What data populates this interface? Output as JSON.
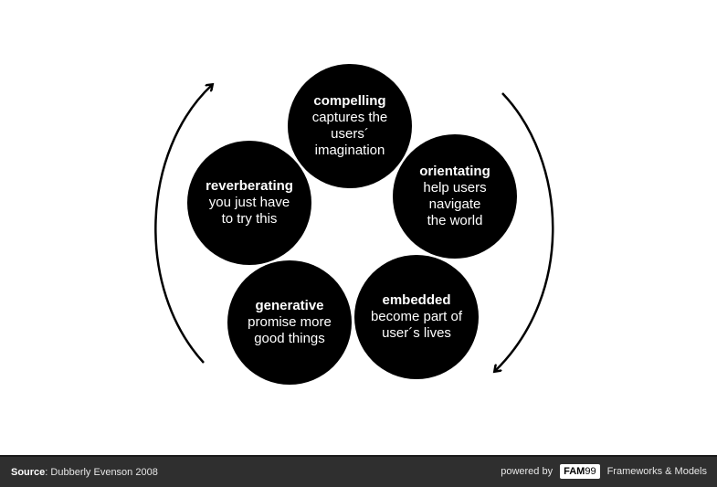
{
  "diagram": {
    "circles": {
      "compelling": {
        "title": "compelling",
        "lines": [
          "captures the",
          "users´",
          "imagination"
        ]
      },
      "orientating": {
        "title": "orientating",
        "lines": [
          "help users",
          "navigate",
          "the world"
        ]
      },
      "embedded": {
        "title": "embedded",
        "lines": [
          "become part of",
          "user´s lives"
        ]
      },
      "generative": {
        "title": "generative",
        "lines": [
          "promise more",
          "good things"
        ]
      },
      "reverberating": {
        "title": "reverberating",
        "lines": [
          "you just have",
          "to try this"
        ]
      }
    },
    "fill_color": "#000000",
    "text_color": "#ffffff"
  },
  "footer": {
    "source_label": "Source",
    "source_text": ": Dubberly Evenson 2008",
    "powered_by": "powered by",
    "logo_text": "FAM",
    "logo_num": "99",
    "brand": "Frameworks & Models",
    "background": "#2f2f2f"
  }
}
